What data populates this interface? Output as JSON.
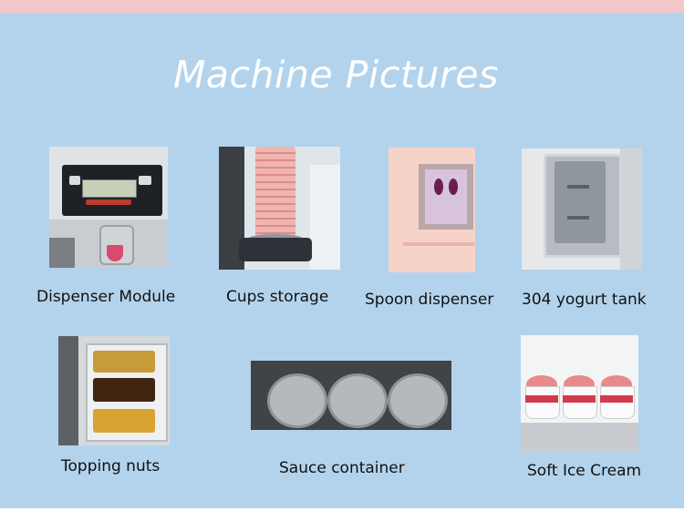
{
  "title": "Machine Pictures",
  "items": [
    {
      "caption": "Dispenser Module"
    },
    {
      "caption": "Cups storage"
    },
    {
      "caption": "Spoon dispenser"
    },
    {
      "caption": "304 yogurt tank"
    },
    {
      "caption": "Topping nuts"
    },
    {
      "caption": "Sauce container"
    },
    {
      "caption": "Soft Ice Cream"
    }
  ]
}
